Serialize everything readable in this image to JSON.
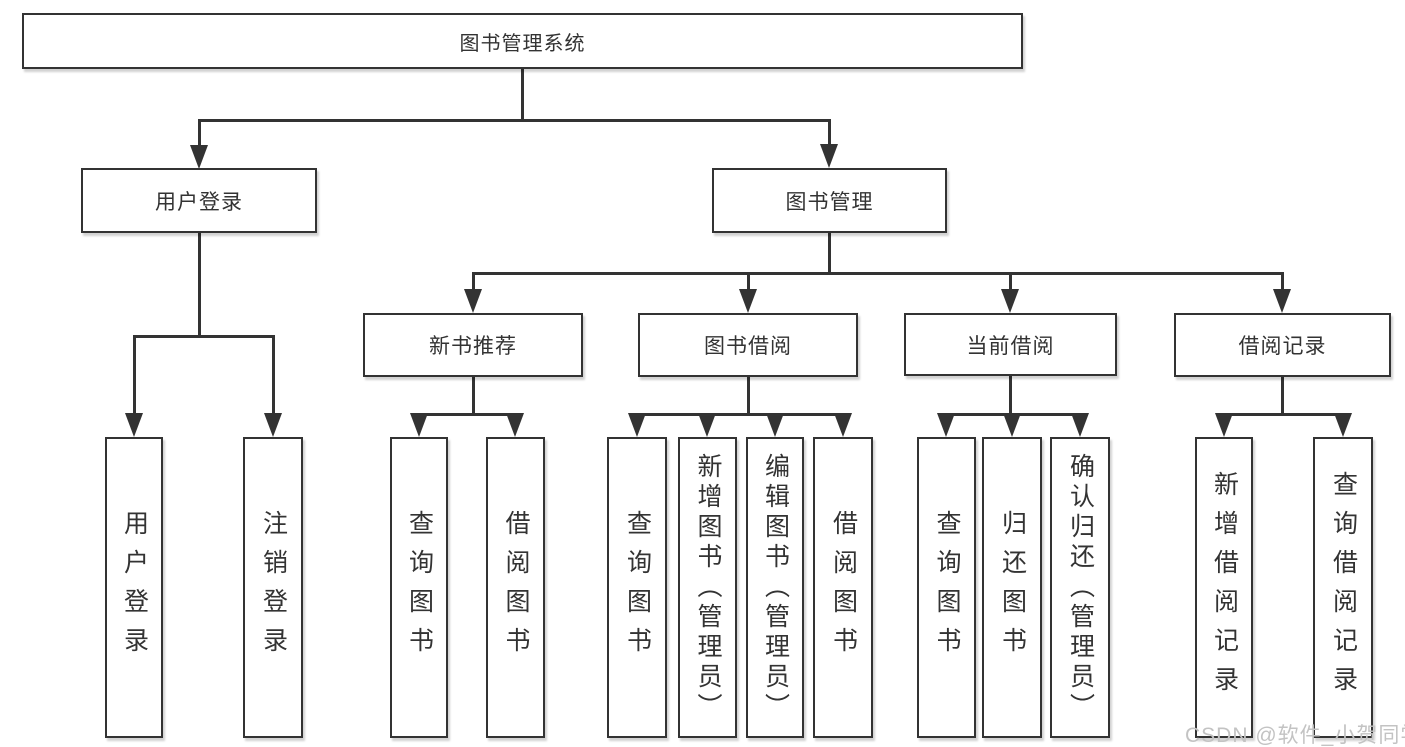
{
  "tree": {
    "root": {
      "label": "图书管理系统",
      "children": [
        {
          "label": "用户登录",
          "children": [
            {
              "label": "用户登录"
            },
            {
              "label": "注销登录"
            }
          ]
        },
        {
          "label": "图书管理",
          "children": [
            {
              "label": "新书推荐",
              "children": [
                {
                  "label": "查询图书"
                },
                {
                  "label": "借阅图书"
                }
              ]
            },
            {
              "label": "图书借阅",
              "children": [
                {
                  "label": "查询图书"
                },
                {
                  "label": "新增图书（管理员）"
                },
                {
                  "label": "编辑图书（管理员）"
                },
                {
                  "label": "借阅图书"
                }
              ]
            },
            {
              "label": "当前借阅",
              "children": [
                {
                  "label": "查询图书"
                },
                {
                  "label": "归还图书"
                },
                {
                  "label": "确认归还（管理员）"
                }
              ]
            },
            {
              "label": "借阅记录",
              "children": [
                {
                  "label": "新增借阅记录"
                },
                {
                  "label": "查询借阅记录"
                }
              ]
            }
          ]
        }
      ]
    }
  },
  "watermark": {
    "text": "CSDN @软件_小贺同学"
  },
  "colors": {
    "line": "#333333",
    "text": "#333333",
    "box_background": "#ffffff",
    "watermark": "#c3c3c3",
    "page_background": "#ffffff"
  }
}
